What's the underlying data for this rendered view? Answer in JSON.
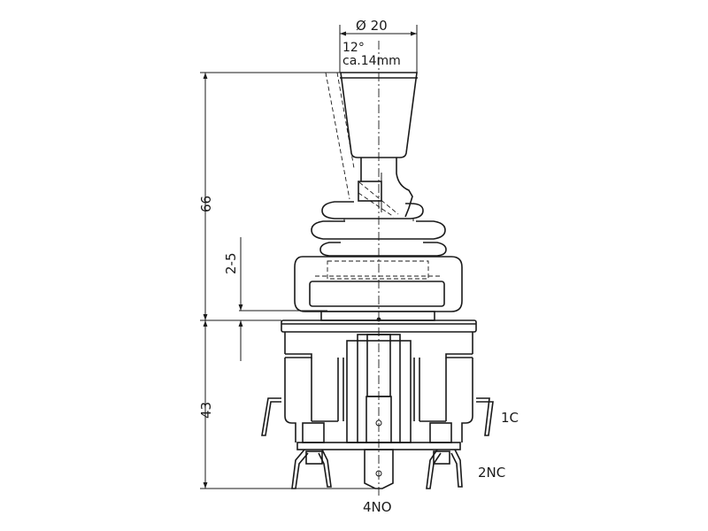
{
  "dimensions": {
    "diameter": "Ø 20",
    "angle": "12°",
    "travel": "ca.14mm",
    "height_top": "66",
    "height_bottom": "43",
    "panel_thickness": "2-5"
  },
  "terminals": {
    "t1": "1C",
    "t2": "2NC",
    "t3": "4NO"
  }
}
